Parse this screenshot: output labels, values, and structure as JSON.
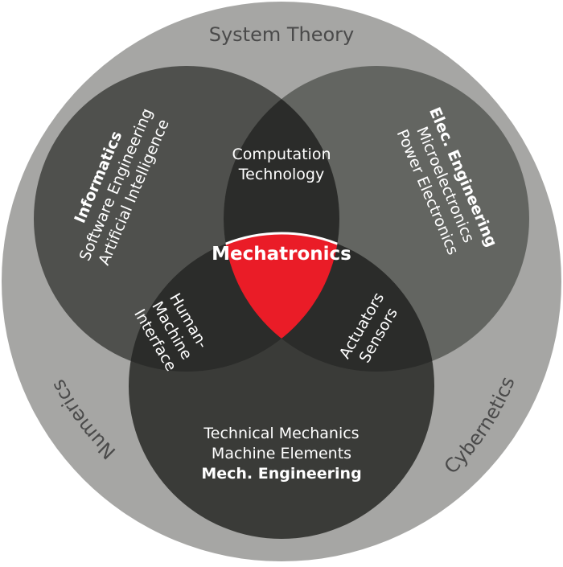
{
  "colors": {
    "outer_ring": "#a6a6a4",
    "circle_informatics": "#4f504d",
    "circle_electrical": "#636561",
    "circle_mechanical": "#3a3b38",
    "overlap_pair": "#2b2c2a",
    "overlap_center": "#ea1c27",
    "ring_text": "#4a4a4a",
    "label_text": "#ffffff"
  },
  "outer_ring": {
    "top": "System Theory",
    "left": "Numerics",
    "right": "Cybernetics"
  },
  "informatics": {
    "title": "Informatics",
    "line1": "Software Engineering",
    "line2": "Artificial Intelligence"
  },
  "electrical": {
    "title": "Elec. Engineering",
    "line1": "Microelectronics",
    "line2": "Power Electronics"
  },
  "mechanical": {
    "line1": "Technical Mechanics",
    "line2": "Machine Elements",
    "title": "Mech. Engineering"
  },
  "overlap_top": {
    "line1": "Computation",
    "line2": "Technology"
  },
  "overlap_left": {
    "line1": "Human-",
    "line2": "Machine",
    "line3": "Interface"
  },
  "overlap_right": {
    "line1": "Actuators",
    "line2": "Sensors"
  },
  "center": {
    "title": "Mechatronics"
  }
}
